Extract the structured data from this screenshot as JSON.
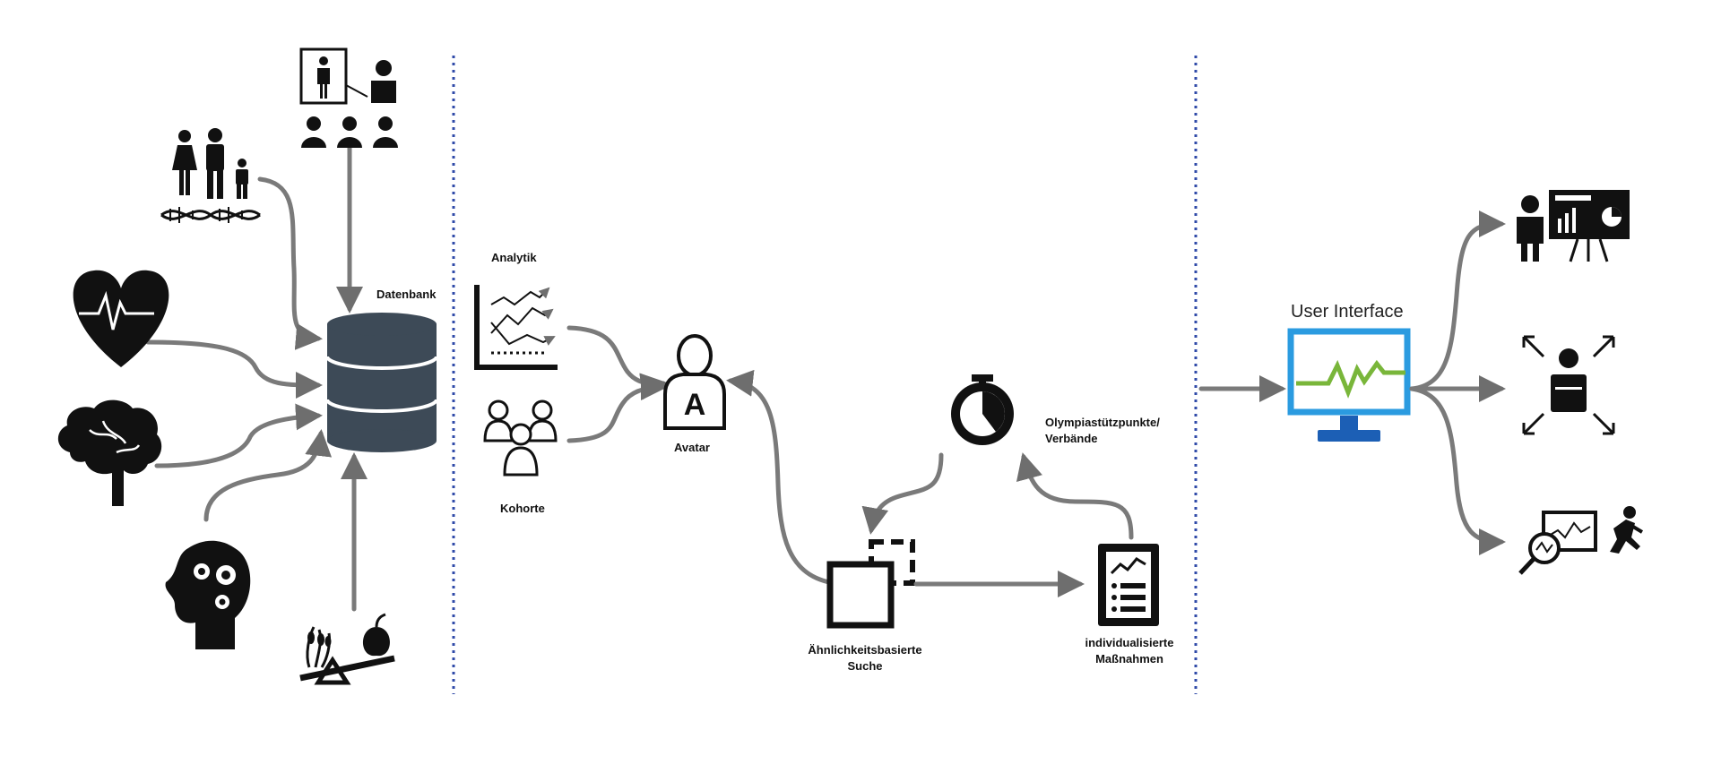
{
  "labels": {
    "database": "Datenbank",
    "analytics": "Analytik",
    "cohort": "Kohorte",
    "avatar": "Avatar",
    "avatar_letter": "A",
    "olympia_line1": "Olympiastützpunkte/",
    "olympia_line2": "Verbände",
    "similarity_line1": "Ähnlichkeitsbasierte",
    "similarity_line2": "Suche",
    "measures_line1": "individualisierte",
    "measures_line2": "Maßnahmen",
    "user_interface": "User Interface"
  },
  "icons": [
    "family-dna-icon",
    "presentation-audience-icon",
    "heart-pulse-icon",
    "brain-icon",
    "head-gears-icon",
    "nutrition-balance-icon",
    "database-icon",
    "analytics-chart-icon",
    "cohort-group-icon",
    "avatar-icon",
    "stopwatch-icon",
    "similarity-search-icon",
    "measures-report-icon",
    "monitor-icon",
    "presenter-board-icon",
    "athlete-expand-icon",
    "analysis-runner-icon"
  ],
  "colors": {
    "arrow": "#7a7a7a",
    "divider": "#2f4aa8",
    "database": "#3d4a57",
    "monitor_frame": "#2b9be0",
    "monitor_signal": "#79b63a",
    "monitor_stand": "#1c5fb5"
  }
}
